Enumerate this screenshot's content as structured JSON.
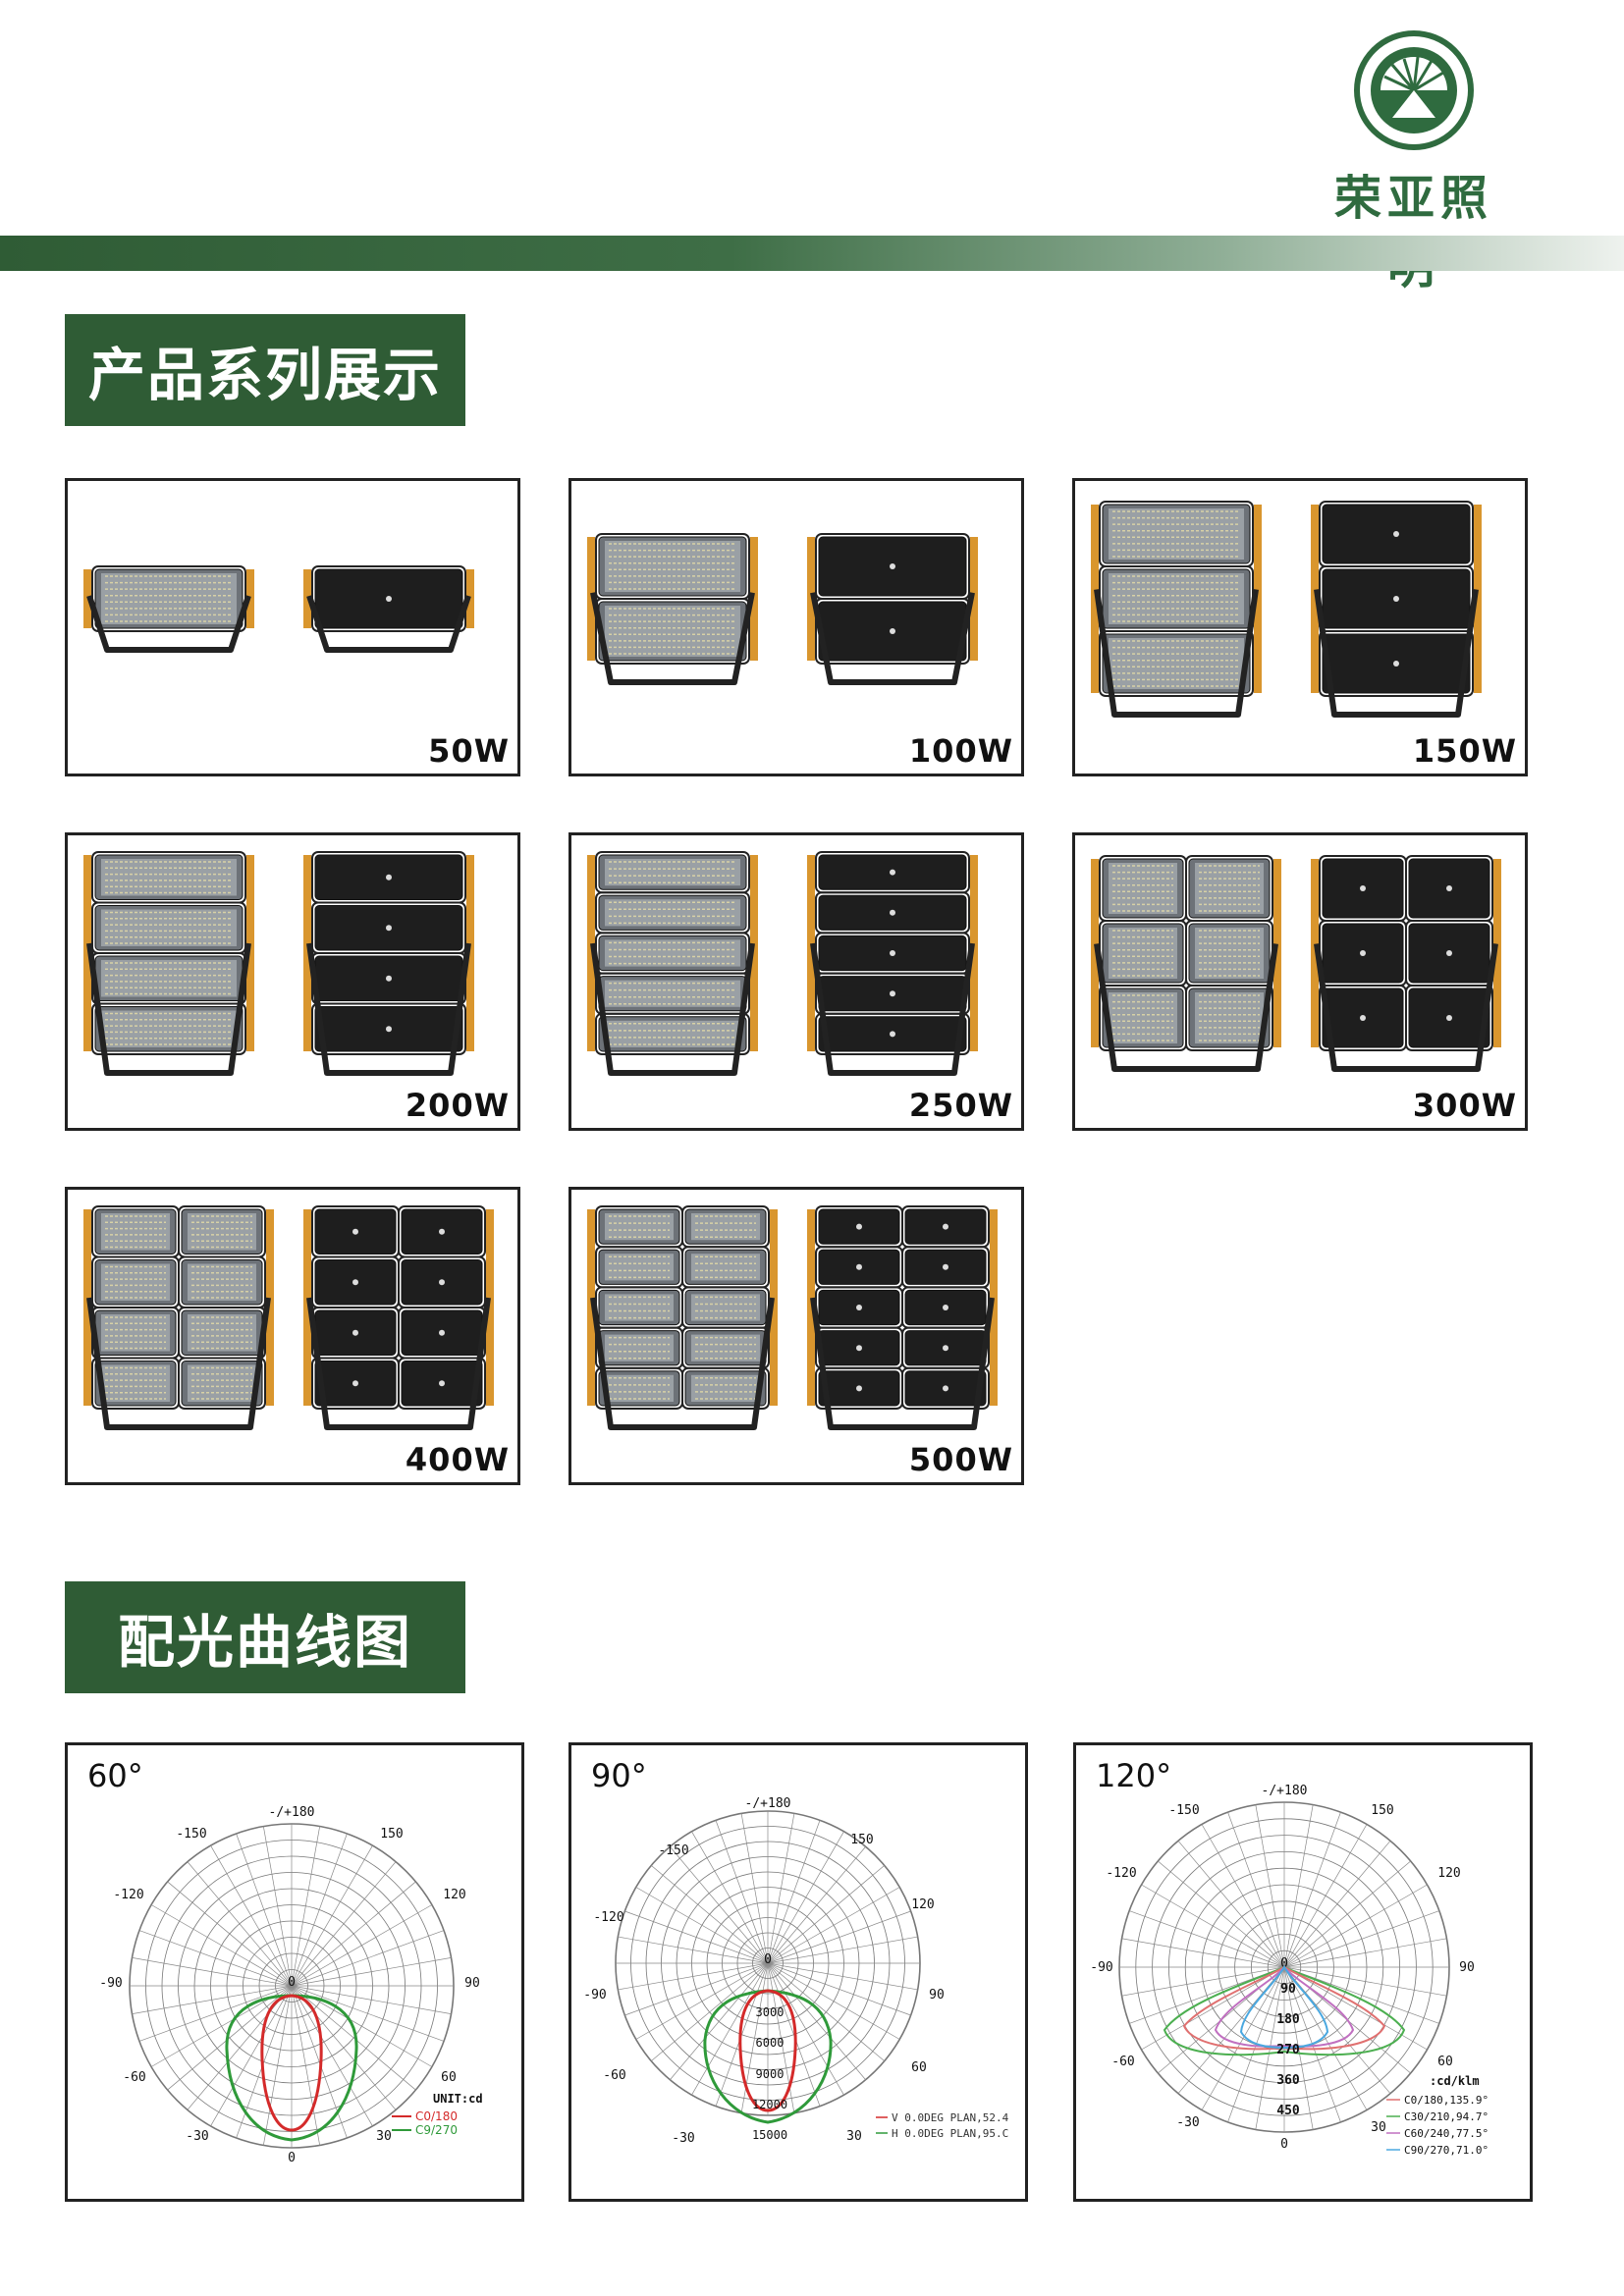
{
  "brand": {
    "name": "荣亚照明",
    "logo_color": "#2f6b3f"
  },
  "sections": {
    "products_title": "产品系列展示",
    "curves_title": "配光曲线图"
  },
  "products": [
    {
      "label": "50W"
    },
    {
      "label": "100W"
    },
    {
      "label": "150W"
    },
    {
      "label": "200W"
    },
    {
      "label": "250W"
    },
    {
      "label": "300W"
    },
    {
      "label": "400W"
    },
    {
      "label": "500W"
    }
  ],
  "curves": [
    {
      "title": "60°",
      "top_label": "-/+180",
      "angle_labels": {
        "l150": "-150",
        "r150": "150",
        "l120": "-120",
        "r120": "120",
        "l90": "-90",
        "r90": "90",
        "l60": "-60",
        "r60": "60",
        "l30": "-30",
        "r30": "30",
        "bottom": "0",
        "center": "0"
      },
      "unit": "UNIT:cd",
      "legend": [
        {
          "name": "C0/180",
          "color": "#d42a2a"
        },
        {
          "name": "C9/270",
          "color": "#2f9a3a"
        }
      ]
    },
    {
      "title": "90°",
      "top_label": "-/+180",
      "angle_labels": {
        "l150": "-150",
        "r150": "150",
        "l120": "-120",
        "r120": "120",
        "l90": "-90",
        "r90": "90",
        "l60": "-60",
        "r60": "60",
        "l30": "-30",
        "r30": "30",
        "center": "0"
      },
      "radial_labels": [
        "3000",
        "6000",
        "9000",
        "12000",
        "15000"
      ],
      "legend": [
        {
          "name": "V 0.0DEG PLAN,52.4",
          "color": "#d42a2a"
        },
        {
          "name": "H  0.0DEG PLAN,95.C",
          "color": "#2f9a3a"
        }
      ]
    },
    {
      "title": "120°",
      "top_label": "-/+180",
      "angle_labels": {
        "l150": "-150",
        "r150": "150",
        "l120": "-120",
        "r120": "120",
        "l90": "-90",
        "r90": "90",
        "l60": "-60",
        "r60": "60",
        "l30": "-30",
        "r30": "30",
        "bottom": "0",
        "center": "0"
      },
      "radial_labels": [
        "90",
        "180",
        "270",
        "360",
        "450"
      ],
      "unit": ":cd/klm",
      "legend": [
        {
          "name": "C0/180,135.9°",
          "color": "#e07070"
        },
        {
          "name": "C30/210,94.7°",
          "color": "#4caf50"
        },
        {
          "name": "C60/240,77.5°",
          "color": "#c070c0"
        },
        {
          "name": "C90/270,71.0°",
          "color": "#4aa8e0"
        }
      ]
    }
  ]
}
